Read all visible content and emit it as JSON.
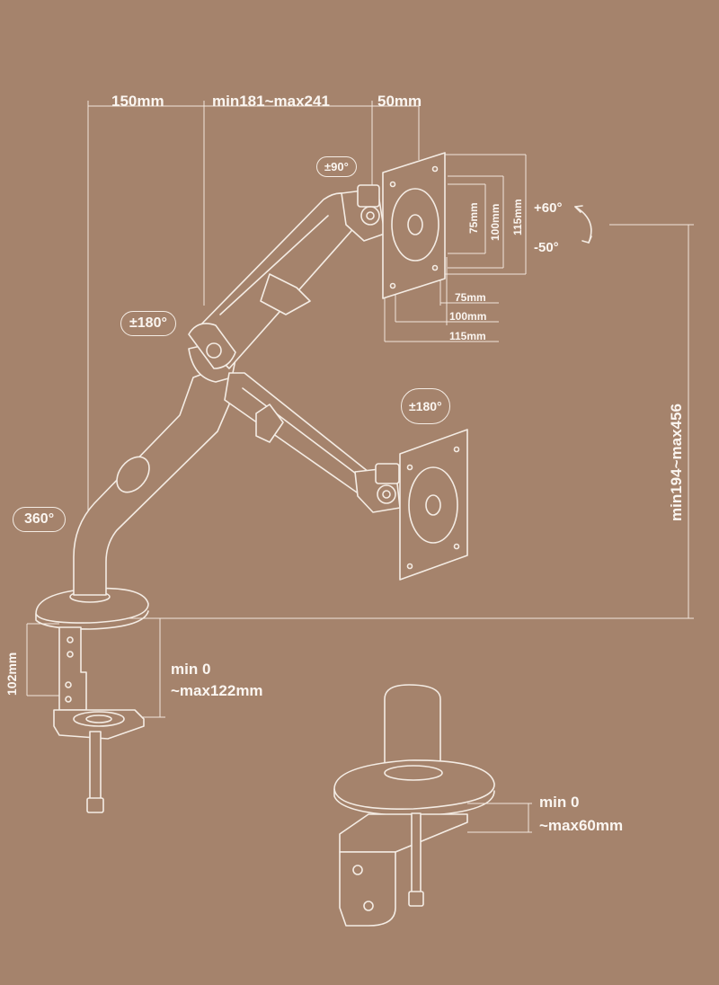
{
  "dimensions": {
    "arm_base_offset": "150mm",
    "arm_reach": "min181~max241",
    "head_offset": "50mm",
    "vesa_inner_h": "75mm",
    "vesa_mid_h": "100mm",
    "vesa_outer_h": "115mm",
    "vesa_inner_w": "75mm",
    "vesa_mid_w": "100mm",
    "vesa_outer_w": "115mm",
    "height_range": "min194~max456",
    "clamp_height": "102mm",
    "clamp_min": "min 0",
    "clamp_max": "~max122mm",
    "grommet_min": "min 0",
    "grommet_max": "~max60mm"
  },
  "rotations": {
    "head_swivel": "±90°",
    "tilt_up": "+60°",
    "tilt_down": "-50°",
    "elbow": "±180°",
    "lower_joint": "±180°",
    "base": "360°"
  },
  "colors": {
    "background": "#a5836c",
    "line": "#f4ece4"
  }
}
